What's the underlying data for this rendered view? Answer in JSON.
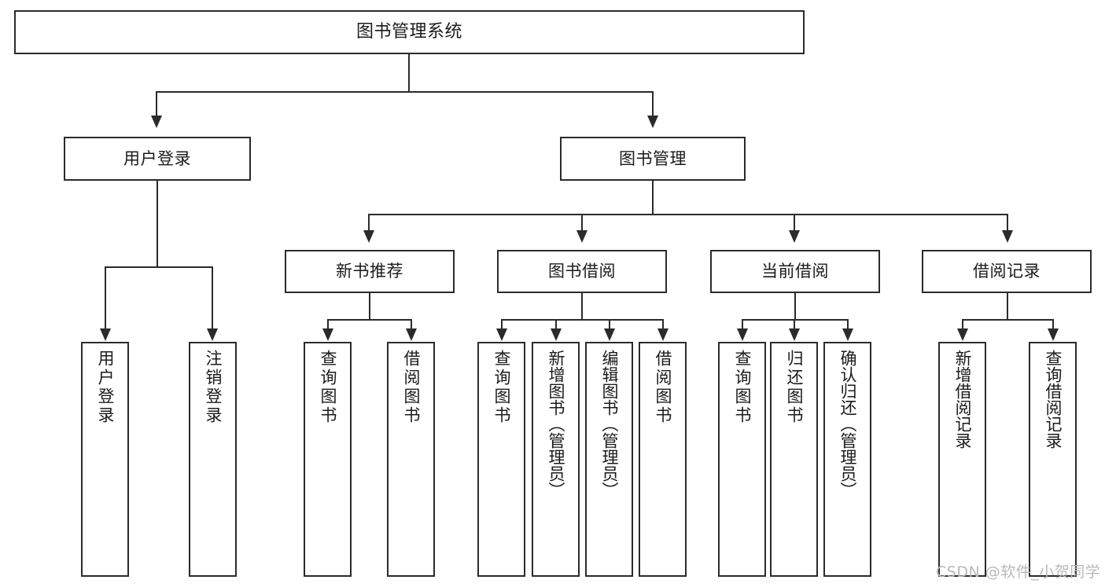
{
  "diagram": {
    "type": "tree",
    "title": "图书管理系统",
    "orientation": "top-down",
    "edge_style": "orthogonal-arrow",
    "colors": {
      "line": "#2b2b2b",
      "box_fill": "#ffffff",
      "text": "#1b1b1b",
      "watermark": "#b9b9b9"
    }
  },
  "root": {
    "label": "图书管理系统"
  },
  "level2": [
    {
      "label": "用户登录"
    },
    {
      "label": "图书管理"
    }
  ],
  "level3": [
    {
      "label": "新书推荐"
    },
    {
      "label": "图书借阅"
    },
    {
      "label": "当前借阅"
    },
    {
      "label": "借阅记录"
    }
  ],
  "leaves": {
    "user_login": [
      {
        "label": "用户登录"
      },
      {
        "label": "注销登录"
      }
    ],
    "new_book": [
      {
        "label": "查询图书"
      },
      {
        "label": "借阅图书"
      }
    ],
    "book_borrow": [
      {
        "label": "查询图书"
      },
      {
        "label": "新增图书（管理员）"
      },
      {
        "label": "编辑图书（管理员）"
      },
      {
        "label": "借阅图书"
      }
    ],
    "current_borrow": [
      {
        "label": "查询图书"
      },
      {
        "label": "归还图书"
      },
      {
        "label": "确认归还（管理员）"
      }
    ],
    "borrow_record": [
      {
        "label": "新增借阅记录"
      },
      {
        "label": "查询借阅记录"
      }
    ]
  },
  "watermark": {
    "text": "CSDN @软件_小贺同学"
  }
}
